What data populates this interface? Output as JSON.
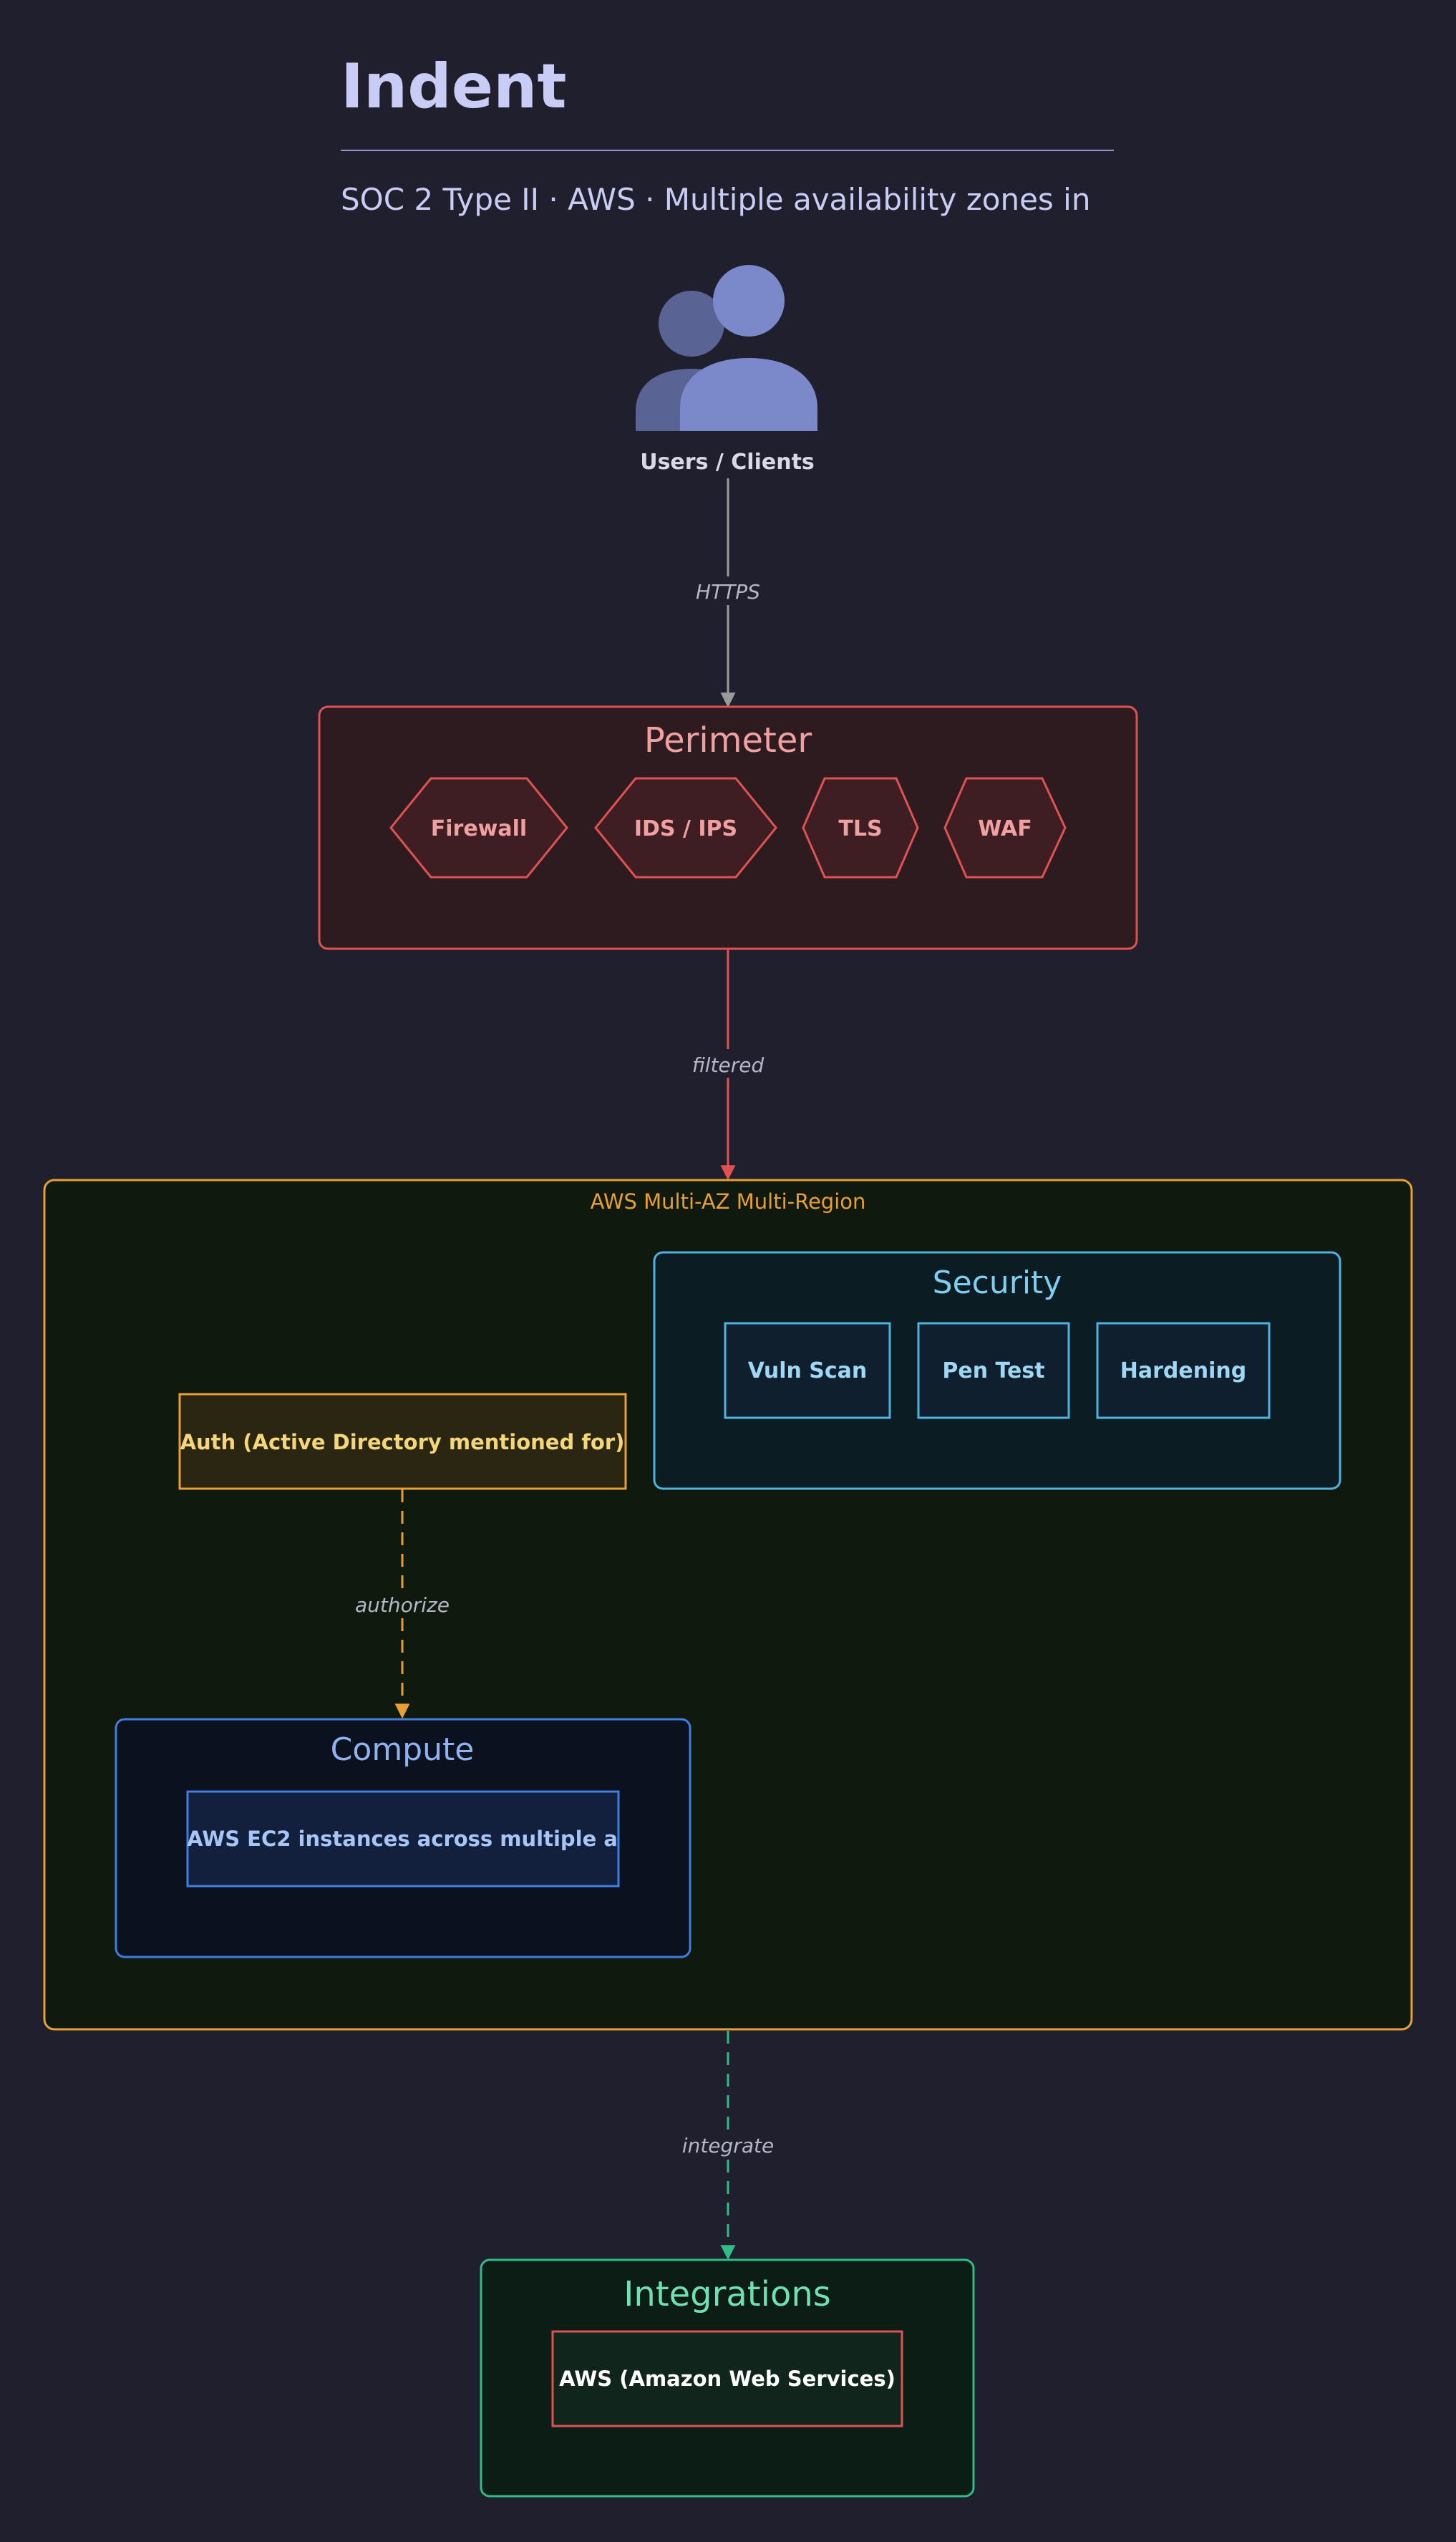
{
  "header": {
    "title": "Indent",
    "subtitle": "SOC 2 Type II · AWS · Multiple availability zones in"
  },
  "users": {
    "label": "Users / Clients",
    "icon": "users-icon"
  },
  "edges": {
    "https": "HTTPS",
    "filtered": "filtered",
    "authorize": "authorize",
    "integrate": "integrate"
  },
  "perimeter": {
    "title": "Perimeter",
    "items": [
      "Firewall",
      "IDS / IPS",
      "TLS",
      "WAF"
    ]
  },
  "region": {
    "title": "AWS Multi-AZ Multi-Region"
  },
  "security": {
    "title": "Security",
    "items": [
      "Vuln Scan",
      "Pen Test",
      "Hardening"
    ]
  },
  "auth": {
    "label": "Auth (Active Directory mentioned for)"
  },
  "compute": {
    "title": "Compute",
    "items": [
      "AWS EC2 instances across multiple a"
    ]
  },
  "integrations": {
    "title": "Integrations",
    "items": [
      "AWS (Amazon Web Services)"
    ]
  },
  "colors": {
    "background": "#1f1f2e",
    "title": "#c9cdf5",
    "perimeter": "#e05252",
    "region": "#e8a032",
    "security": "#4fb3e0",
    "compute": "#3f7fe0",
    "integrations": "#2ebd85",
    "users_icon": "#7b88c9"
  }
}
